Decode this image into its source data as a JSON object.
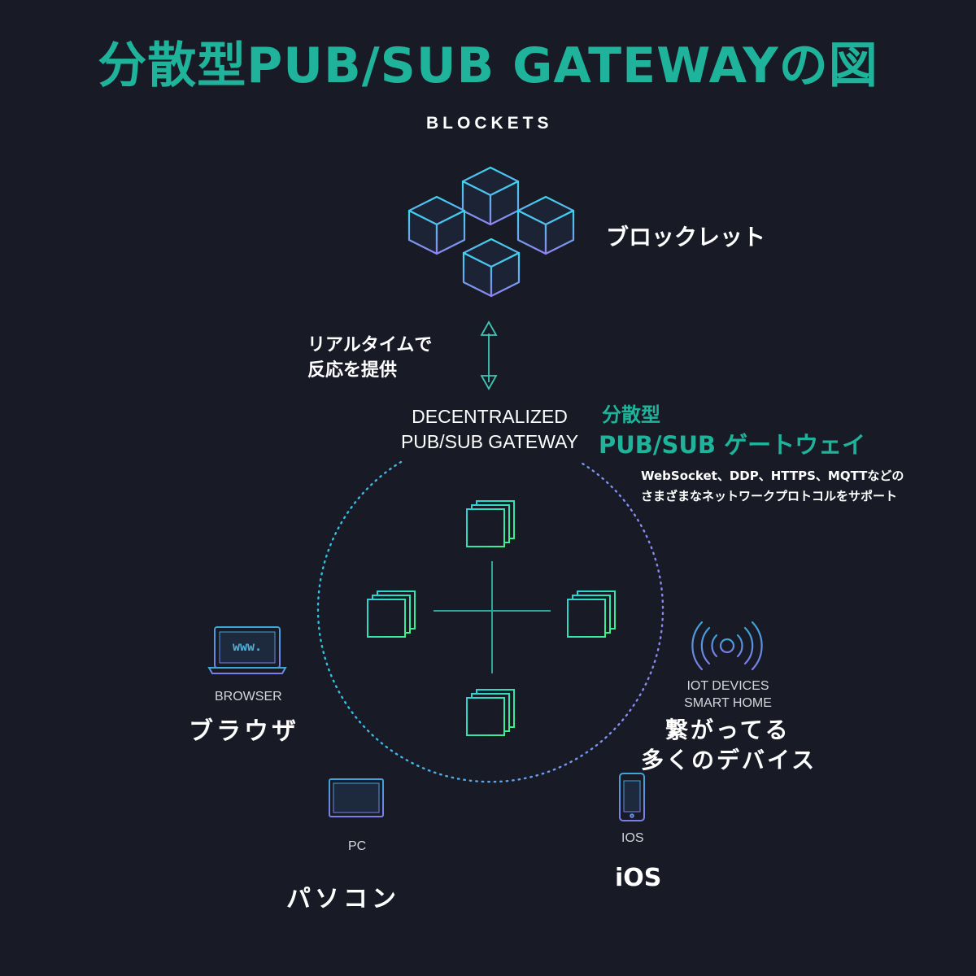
{
  "title": "分散型PUB/SUB GATEWAYの図",
  "blockets": {
    "label": "BLOCKETS",
    "label_jp": "ブロックレット"
  },
  "connector": {
    "line1": "リアルタイムで",
    "line2": "反応を提供"
  },
  "gateway": {
    "line1": "DECENTRALIZED",
    "line2": "PUB/SUB GATEWAY",
    "jp_line1": "分散型",
    "jp_line2": "PUB/SUB ゲートウェイ",
    "protocols_line1": "WebSocket、DDP、HTTPS、MQTTなどの",
    "protocols_line2": "さまざまなネットワークプロトコルをサポート"
  },
  "clients": {
    "browser": {
      "label": "BROWSER",
      "label_jp": "ブラウザ",
      "screen_text": "www."
    },
    "iot": {
      "label_line1": "IOT DEVICES",
      "label_line2": "SMART HOME",
      "jp_line1": "繋がってる",
      "jp_line2": "多くのデバイス"
    },
    "pc": {
      "label": "PC",
      "label_jp": "パソコン"
    },
    "ios": {
      "label": "IOS",
      "label_jp": "iOS"
    }
  },
  "colors": {
    "background": "#181a25",
    "accent_green": "#1eb39a",
    "cube_cyan": "#38d6ee",
    "cube_violet": "#8f84f0",
    "node_green": "#34e79d",
    "icon_blue": "#4d8ed6"
  }
}
